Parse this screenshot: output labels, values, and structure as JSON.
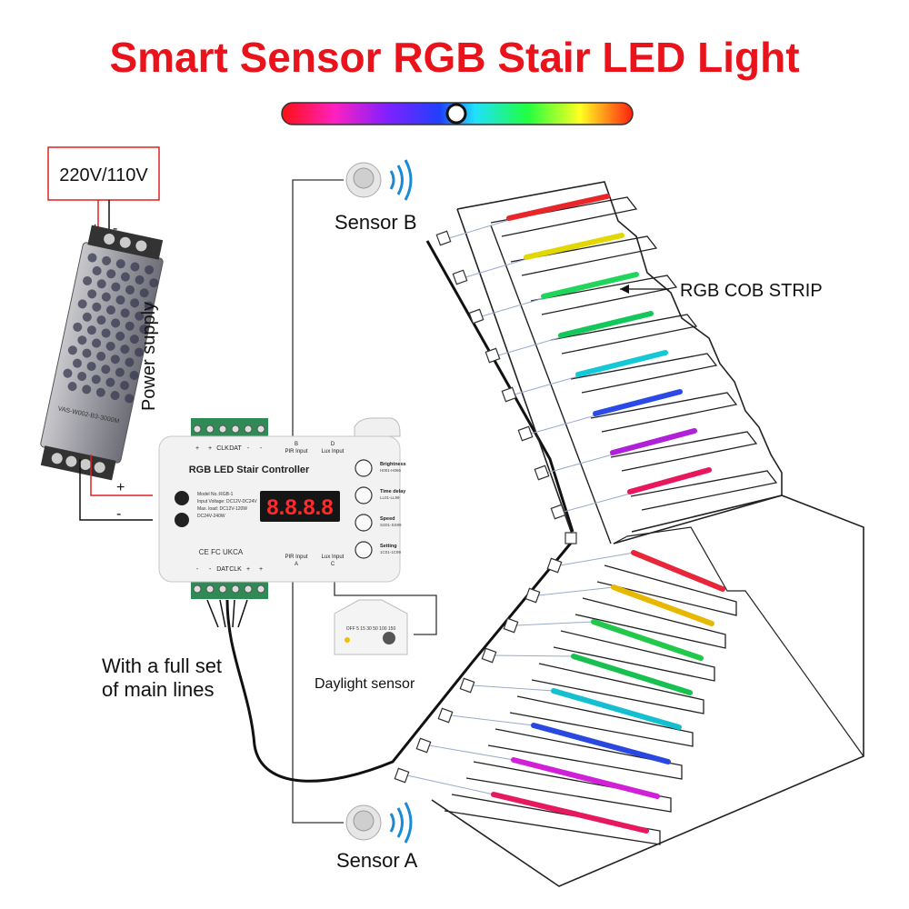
{
  "title": "Smart Sensor RGB Stair LED Light",
  "title_color": "#e8131b",
  "voltage_label": "220V/110V",
  "psu": {
    "label": "Power supply",
    "plus": "+",
    "minus": "-",
    "stamp": "VAS-W002-B3-3000M"
  },
  "controller": {
    "title": "RGB LED Stair Controller",
    "display": "8.8.8.8",
    "top_terminals": [
      "+",
      "+",
      "CLK",
      "DAT",
      "-",
      "-"
    ],
    "bottom_terminals": [
      "-",
      "-",
      "DAT",
      "CLK",
      "+",
      "+"
    ],
    "pir_b": "B",
    "pir_b_label": "PIR Input",
    "lux_d": "D",
    "lux_d_label": "Lux Input",
    "pir_a_label": "PIR Input",
    "pir_a": "A",
    "lux_c_label": "Lux Input",
    "lux_c": "C",
    "buttons": [
      {
        "label": "Brightness",
        "sub": "H001-H066"
      },
      {
        "label": "Time delay",
        "sub": "LL01-LL99"
      },
      {
        "label": "Speed",
        "sub": "SS01-SS99"
      },
      {
        "label": "Setting",
        "sub": "1C01-1C99"
      }
    ],
    "model_lines": [
      "Model No.:RGB-1",
      "Input Voltage: DC12V-DC24V",
      "Max. load: DC12V-120W",
      "DC24V-240W"
    ],
    "cert_marks": "CE FC UKCA"
  },
  "power_plus": "+",
  "power_minus": "-",
  "sensor_b": "Sensor B",
  "sensor_a": "Sensor A",
  "cob_label": "RGB COB STRIP",
  "daylight_label": "Daylight sensor",
  "daylight_scale": "OFF 5 15 30 50 100 150",
  "main_lines_1": "With a full set",
  "main_lines_2": "of main lines",
  "upper_strip_colors": [
    "#e8262a",
    "#e2d800",
    "#1fd65a",
    "#12c85a",
    "#14c8d8",
    "#2a4ae8",
    "#b020d8",
    "#e8165a"
  ],
  "lower_strip_colors": [
    "#e8263a",
    "#e8b800",
    "#22c84a",
    "#18c050",
    "#14c0d0",
    "#2848e0",
    "#d020d8",
    "#e81860"
  ]
}
